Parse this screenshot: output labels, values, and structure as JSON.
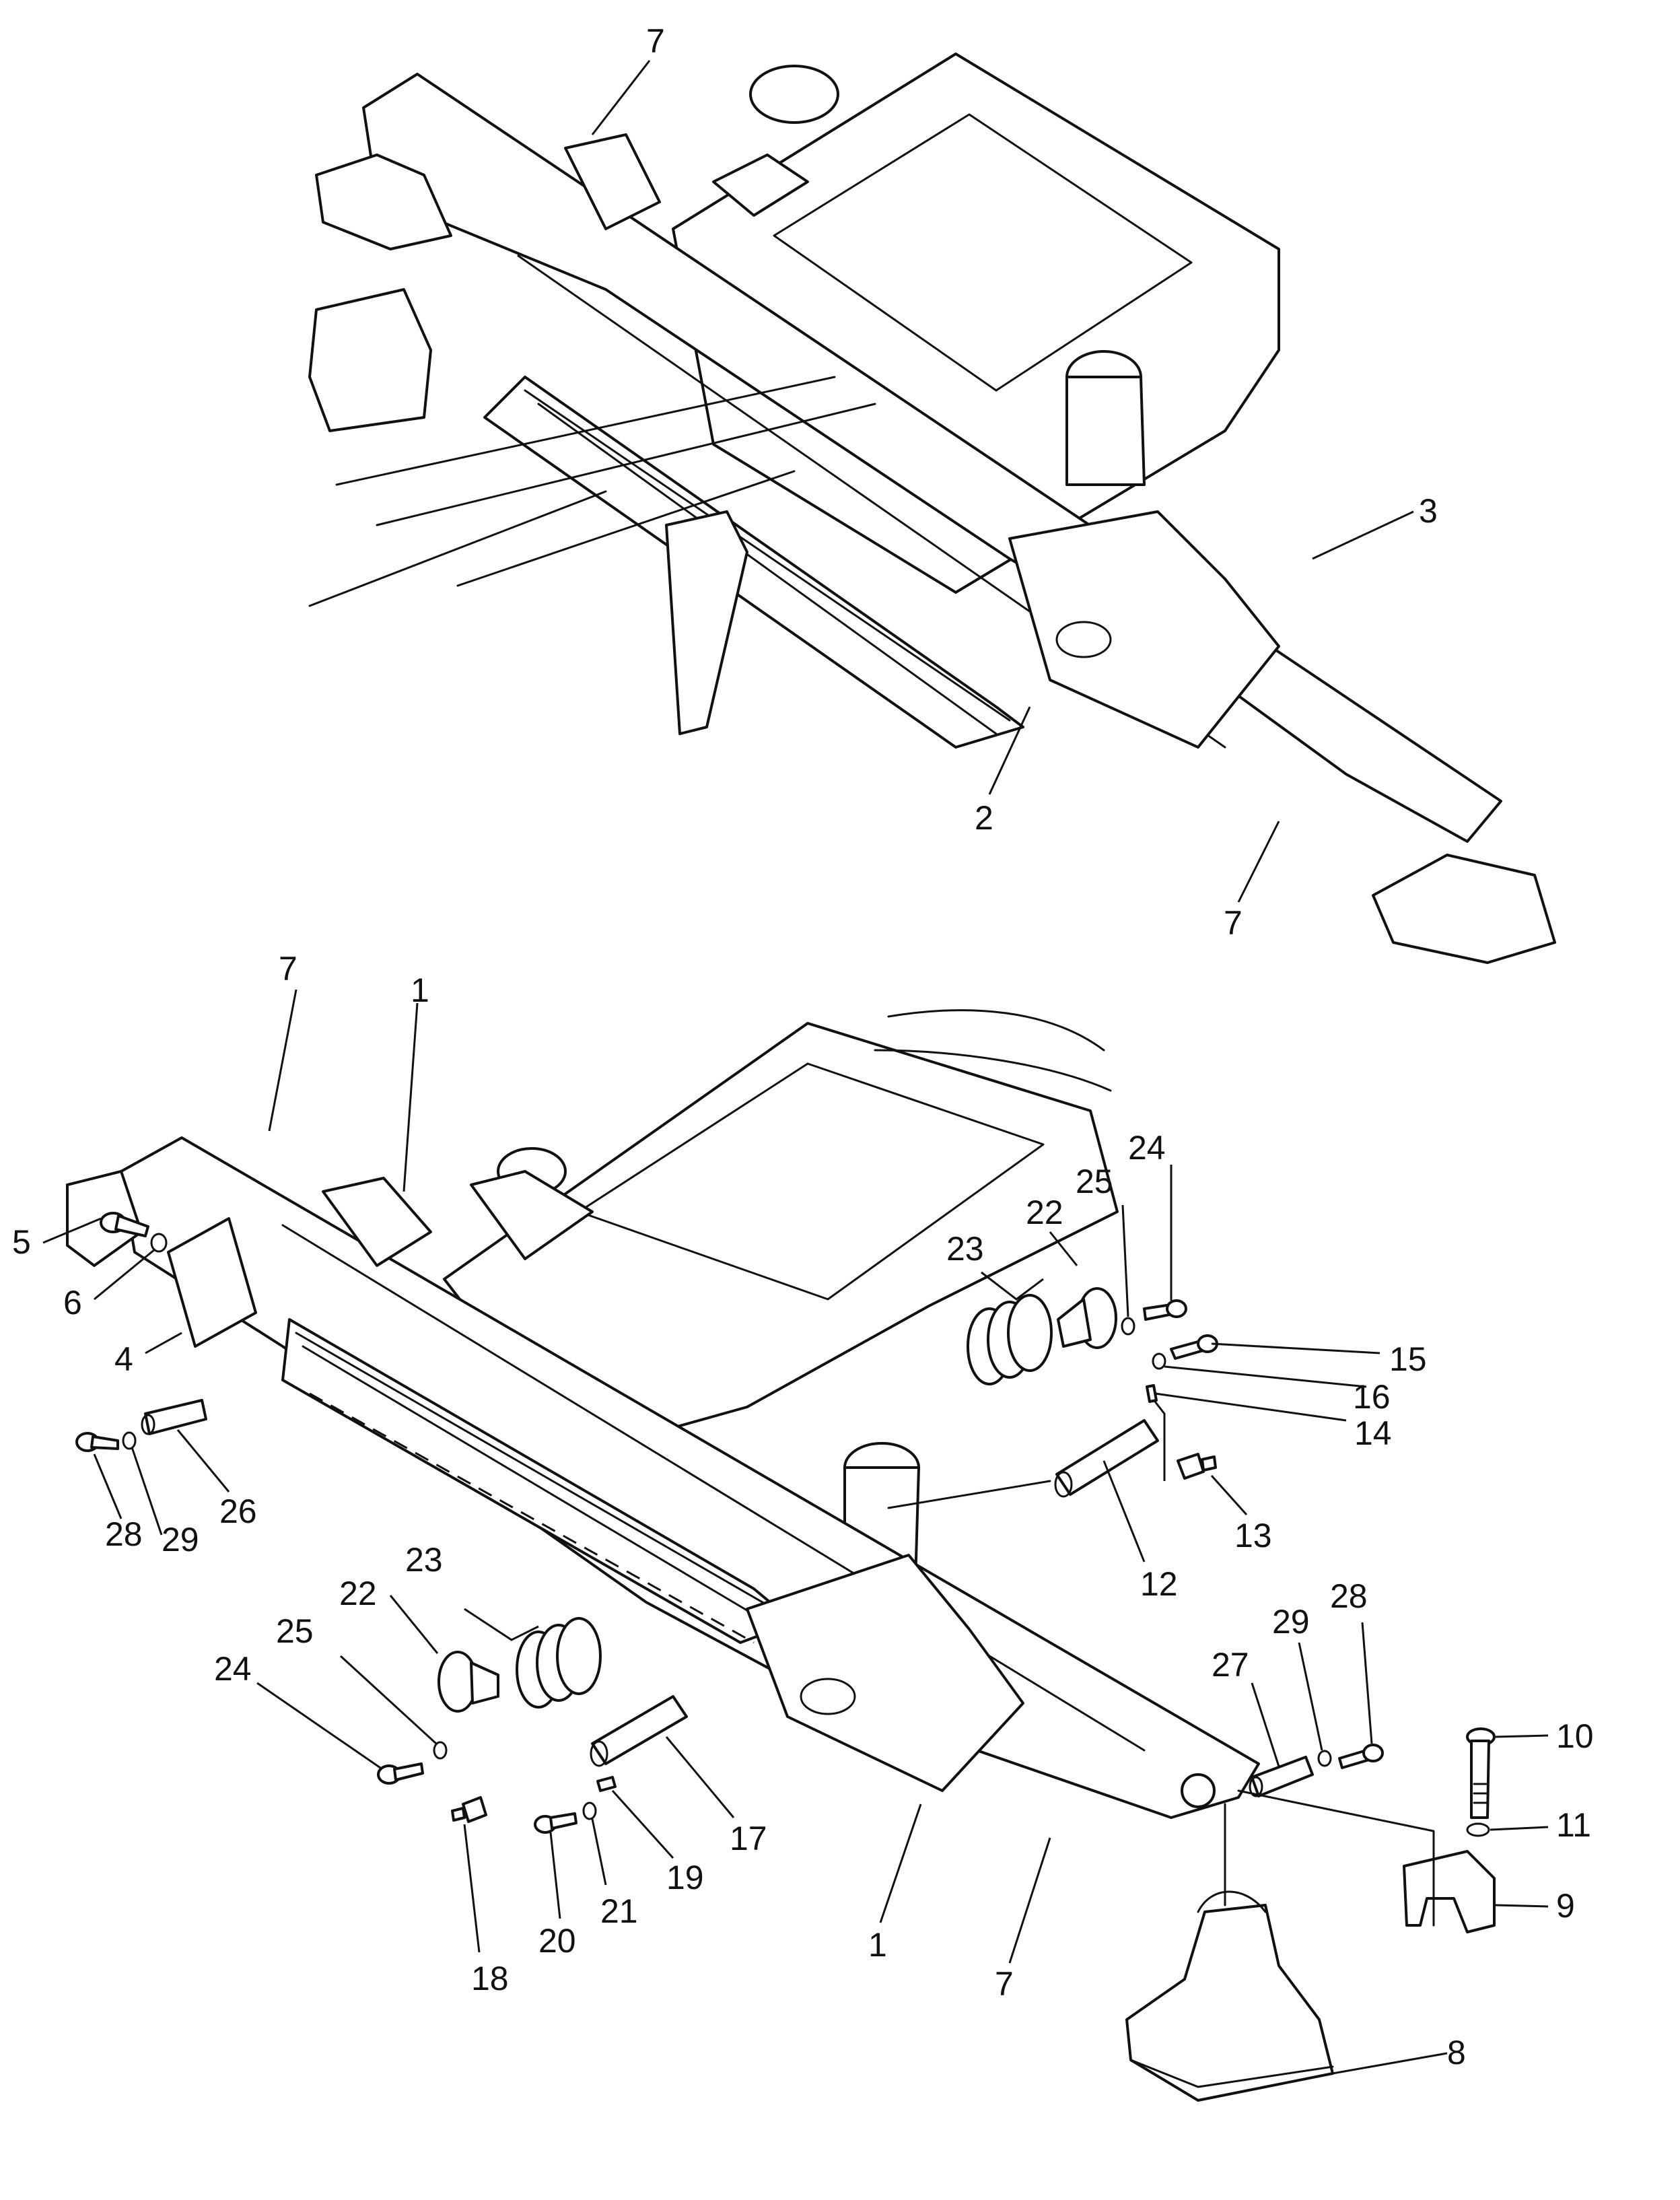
{
  "callouts": {
    "top": [
      "7",
      "3",
      "2",
      "7"
    ],
    "bottom": [
      "7",
      "1",
      "5",
      "6",
      "4",
      "28",
      "29",
      "26",
      "23",
      "22",
      "25",
      "24",
      "15",
      "16",
      "14",
      "13",
      "12",
      "23",
      "22",
      "25",
      "24",
      "28",
      "29",
      "27",
      "10",
      "11",
      "9",
      "8",
      "17",
      "19",
      "21",
      "20",
      "18",
      "1",
      "7"
    ]
  },
  "colors": {
    "ink": "#111111",
    "paper": "#ffffff"
  }
}
